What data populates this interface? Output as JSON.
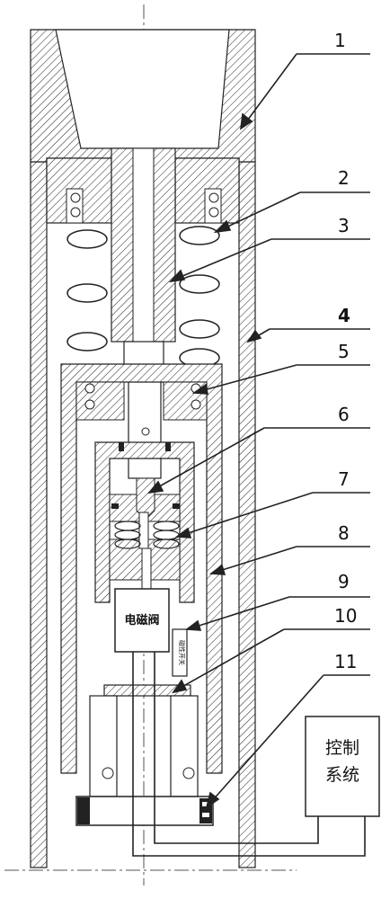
{
  "part_labels": [
    "1",
    "2",
    "3",
    "4",
    "5",
    "6",
    "7",
    "8",
    "9",
    "10",
    "11"
  ],
  "solenoid_valve_label": "电磁阀",
  "switch_label": "磁性开关",
  "control_box_line1": "控制",
  "control_box_line2": "系统"
}
